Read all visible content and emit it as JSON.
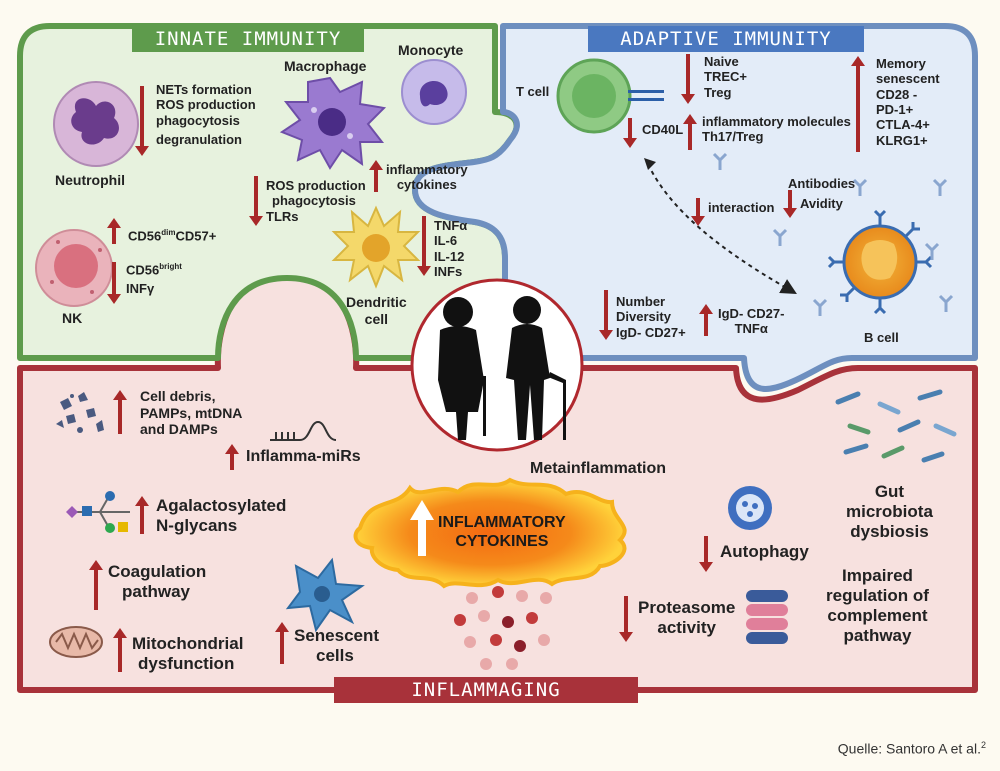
{
  "colors": {
    "innate": "#5e9b4c",
    "innate_fill": "#e7f2de",
    "adaptive": "#4a78c0",
    "adaptive_fill": "#e3ecf8",
    "inflammaging": "#a8323a",
    "inflammaging_fill": "#f7e1df",
    "arrow": "#a82828"
  },
  "banners": {
    "innate": "INNATE IMMUNITY",
    "adaptive": "ADAPTIVE IMMUNITY",
    "inflammaging": "INFLAMMAGING"
  },
  "innate": {
    "neutrophil": {
      "name": "Neutrophil",
      "changes": [
        "NETs formation",
        "ROS production",
        "phagocytosis",
        "degranulation"
      ]
    },
    "macrophage": {
      "name": "Macrophage",
      "down": [
        "ROS production",
        "phagocytosis",
        "TLRs"
      ],
      "up": [
        "inflammatory",
        "cytokines"
      ]
    },
    "monocyte": {
      "name": "Monocyte"
    },
    "nk": {
      "name": "NK",
      "up_base": "CD56",
      "up_sup": "dim",
      "up_rest": "CD57+",
      "down_base": "CD56",
      "down_sup": "bright",
      "down_rest": "INFγ"
    },
    "dendritic": {
      "name": [
        "Dendritic",
        "cell"
      ],
      "changes": [
        "TNFα",
        "IL-6",
        "IL-12",
        "INFs"
      ]
    }
  },
  "adaptive": {
    "tcell": {
      "name": "T cell",
      "down1": [
        "Naive",
        "TREC+",
        "Treg"
      ],
      "down2": "CD40L",
      "up1": [
        "inflammatory molecules",
        "Th17/Treg"
      ]
    },
    "memory": [
      "Memory",
      "senescent",
      "CD28 -",
      "PD-1+",
      "CTLA-4+",
      "KLRG1+"
    ],
    "antibodies": [
      "Antibodies",
      "Avidity"
    ],
    "interaction": "interaction",
    "bcell": {
      "name": "B cell",
      "down": [
        "Number",
        "Diversity",
        "IgD- CD27+"
      ],
      "up": [
        "IgD- CD27-",
        "TNFα"
      ]
    }
  },
  "inflammaging": {
    "debris": [
      "Cell debris,",
      "PAMPs, mtDNA",
      "and DAMPs"
    ],
    "mirs": "Inflamma-miRs",
    "metainflammation": "Metainflammation",
    "glycans": [
      "Agalactosylated",
      "N-glycans"
    ],
    "coagulation": [
      "Coagulation",
      "pathway"
    ],
    "mito": [
      "Mitochondrial",
      "dysfunction"
    ],
    "senescent": [
      "Senescent",
      "cells"
    ],
    "cytokines": [
      "INFLAMMATORY",
      "CYTOKINES"
    ],
    "autophagy": "Autophagy",
    "proteasome": [
      "Proteasome",
      "activity"
    ],
    "gut": [
      "Gut",
      "microbiota",
      "dysbiosis"
    ],
    "complement": [
      "Impaired",
      "regulation of",
      "complement",
      "pathway"
    ]
  },
  "source": {
    "text": "Quelle: Santoro A et al.",
    "ref": "2"
  }
}
